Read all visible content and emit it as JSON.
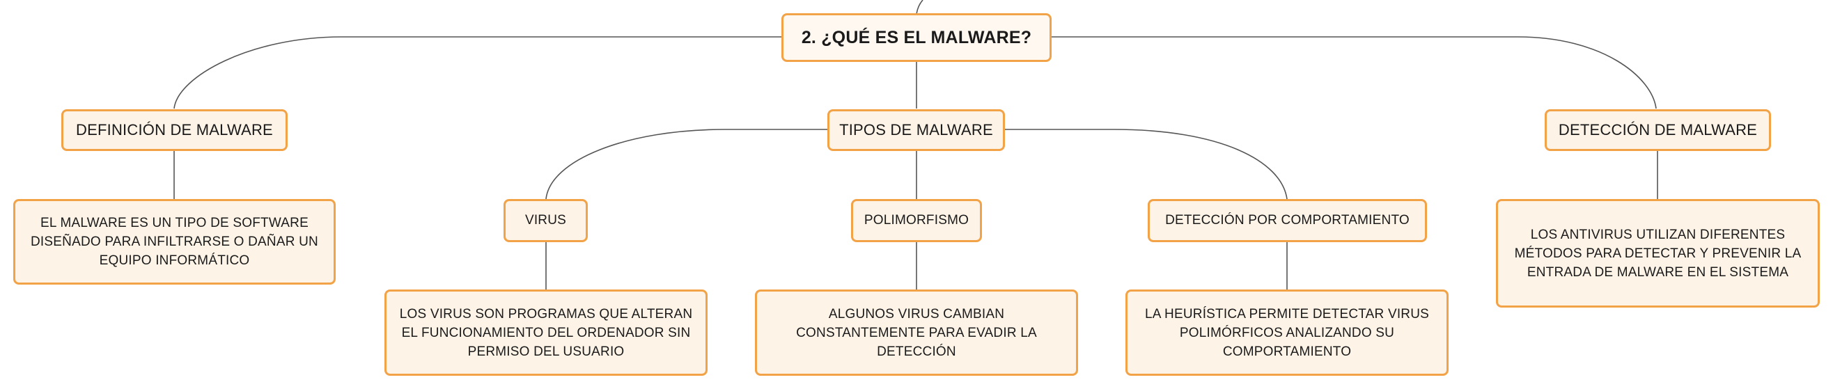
{
  "diagram": {
    "root": {
      "label": "2. ¿QUÉ ES EL MALWARE?"
    },
    "branches": {
      "definition": {
        "label": "DEFINICIÓN DE MALWARE",
        "detail": "EL MALWARE ES UN TIPO DE SOFTWARE DISEÑADO PARA INFILTRARSE O DAÑAR UN EQUIPO INFORMÁTICO"
      },
      "types": {
        "label": "TIPOS DE MALWARE",
        "virus": {
          "label": "VIRUS",
          "detail": "LOS VIRUS SON PROGRAMAS QUE ALTERAN EL FUNCIONAMIENTO DEL ORDENADOR SIN PERMISO DEL USUARIO"
        },
        "polymorphism": {
          "label": "POLIMORFISMO",
          "detail": "ALGUNOS VIRUS CAMBIAN CONSTANTEMENTE PARA EVADIR LA DETECCIÓN"
        },
        "behavior": {
          "label": "DETECCIÓN POR COMPORTAMIENTO",
          "detail": "LA HEURÍSTICA PERMITE DETECTAR VIRUS POLIMÓRFICOS ANALIZANDO SU COMPORTAMIENTO"
        }
      },
      "detection": {
        "label": "DETECCIÓN DE MALWARE",
        "detail": "LOS ANTIVIRUS UTILIZAN DIFERENTES MÉTODOS PARA DETECTAR Y PREVENIR LA ENTRADA DE MALWARE EN EL SISTEMA"
      }
    },
    "colors": {
      "node_border": "#f2a348",
      "node_fill": "#fdf3e7",
      "connector": "#555555"
    }
  }
}
